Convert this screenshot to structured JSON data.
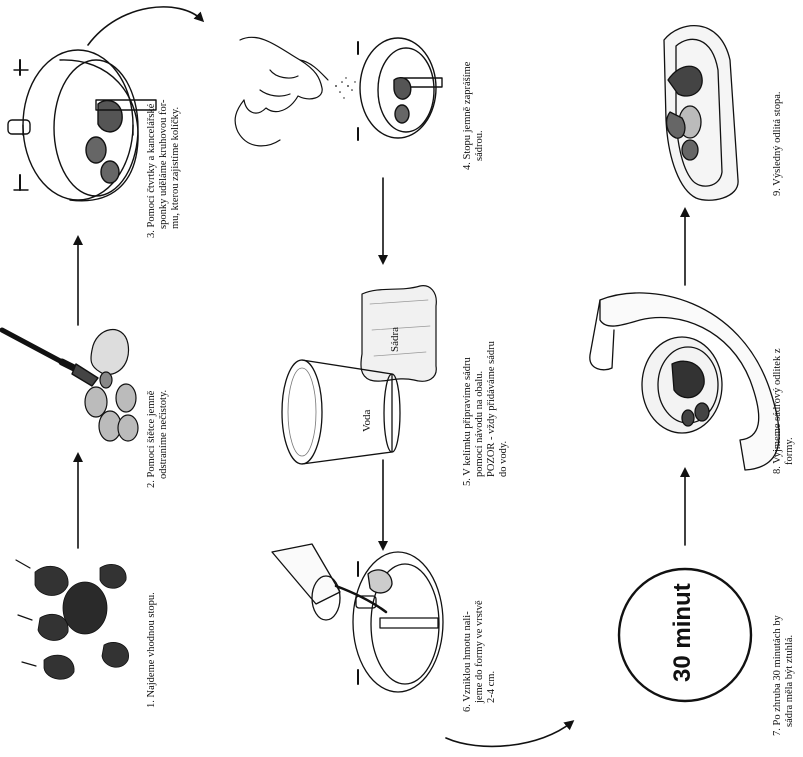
{
  "steps": [
    {
      "num": "1.",
      "lines": [
        "Najdeme vhodnou stopu."
      ]
    },
    {
      "num": "2.",
      "lines": [
        "Pomocí štětce jemně",
        "odstraníme nečistoty."
      ]
    },
    {
      "num": "3.",
      "lines": [
        "Pomocí čtvrtky a kancelářské",
        "sponky uděláme kruhovou for-",
        "mu, kterou zajistíme kolíčky."
      ]
    },
    {
      "num": "4.",
      "lines": [
        "Stopu jemně zaprášíme",
        "sádrou."
      ]
    },
    {
      "num": "5.",
      "lines": [
        "V kelímku připravíme sádru",
        "pomocí návodu na obalu.",
        "POZOR - vždy přidáváme sádru",
        "do vody."
      ]
    },
    {
      "num": "6.",
      "lines": [
        "Vzniklou hmotu nali-",
        "jeme do formy ve vrstvě",
        "2-4 cm."
      ]
    },
    {
      "num": "7.",
      "lines": [
        "Po zhruba 30 minutách by",
        "sádra měla být ztuhlá."
      ]
    },
    {
      "num": "8.",
      "lines": [
        "Vyjmeme sádrový odlitek z",
        "formy."
      ]
    },
    {
      "num": "9.",
      "lines": [
        "Výsledný odlitá stopa."
      ]
    }
  ],
  "labels": {
    "sadra_bag": "Sádra",
    "voda_cup": "Voda",
    "timer": "30 minut"
  }
}
